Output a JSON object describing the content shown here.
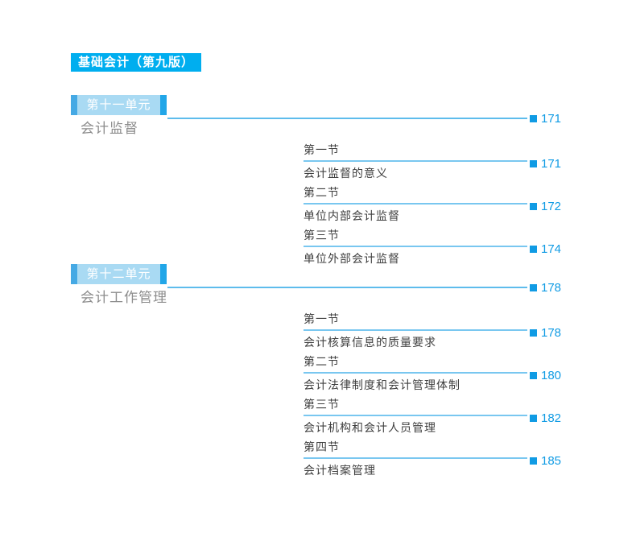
{
  "book_badge": "基础会计（第九版）",
  "colors": {
    "badge_bg": "#00AEEF",
    "unit_box_bg": "#A9DAF3",
    "unit_box_strip_left": "#45A9E4",
    "unit_box_strip_right": "#21A6E8",
    "unit_rule_line": "#5EBCEC",
    "section_rule_line": "#79C7F0",
    "page_number": "#109BE4",
    "section_text": "#3F3F3F",
    "unit_title_text": "#8C8C8C"
  },
  "units": [
    {
      "label": "第十一单元",
      "title": "会计监督",
      "page": "171",
      "sections": [
        {
          "label": "第一节",
          "title": "会计监督的意义",
          "page": "171"
        },
        {
          "label": "第二节",
          "title": "单位内部会计监督",
          "page": "172"
        },
        {
          "label": "第三节",
          "title": "单位外部会计监督",
          "page": "174"
        }
      ]
    },
    {
      "label": "第十二单元",
      "title": "会计工作管理",
      "page": "178",
      "sections": [
        {
          "label": "第一节",
          "title": "会计核算信息的质量要求",
          "page": "178"
        },
        {
          "label": "第二节",
          "title": "会计法律制度和会计管理体制",
          "page": "180"
        },
        {
          "label": "第三节",
          "title": "会计机构和会计人员管理",
          "page": "182"
        },
        {
          "label": "第四节",
          "title": "会计档案管理",
          "page": "185"
        }
      ]
    }
  ]
}
